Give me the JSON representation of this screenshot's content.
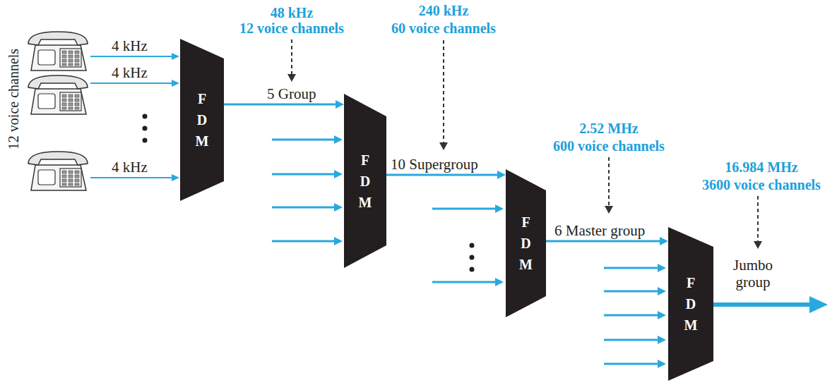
{
  "diagram": {
    "nodes": [
      {
        "text": [
          "F D M"
        ]
      },
      {
        "text": [
          "F D M"
        ]
      },
      {
        "text": [
          "F D M"
        ]
      },
      {
        "text": [
          "F D M"
        ]
      }
    ],
    "edges": [
      {
        "from": 0,
        "to": 1,
        "arrow": "to",
        "label": "5 Group"
      },
      {
        "from": 1,
        "to": 2,
        "arrow": "to",
        "label": "10 Supergroup"
      },
      {
        "from": 2,
        "to": 3,
        "arrow": "to",
        "label": "6 Master group"
      }
    ],
    "labels": [
      "12 voice channels",
      "4 kHz",
      "4 kHz",
      "4 kHz",
      "48 kHz",
      "12 voice channels",
      "240 kHz",
      "60 voice channels",
      "2.52 MHz",
      "600 voice channels",
      "16.984 MHz",
      "3600 voice channels",
      "Jumbo group"
    ]
  }
}
